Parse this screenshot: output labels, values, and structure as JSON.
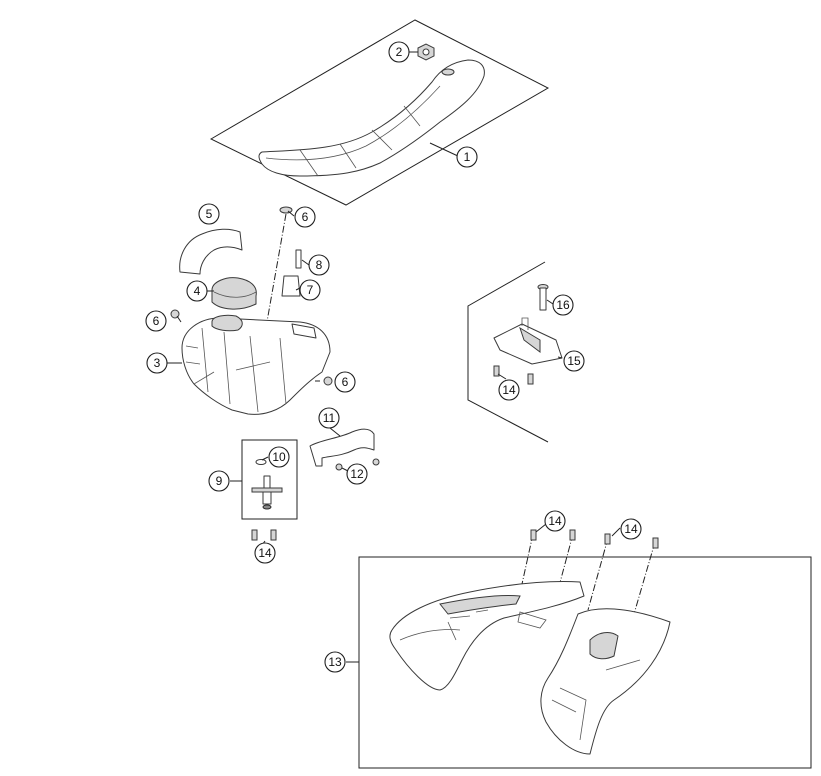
{
  "diagram": {
    "type": "exploded-parts-view",
    "callouts": {
      "seat": "1",
      "seat_nut": "2",
      "fuel_tank": "3",
      "tank_cap": "4",
      "vent_hose": "5",
      "screw_top": "6",
      "screw_left": "6",
      "screw_right": "6",
      "bushing": "7",
      "pin": "8",
      "fuel_tap_assembly": "9",
      "o_ring": "10",
      "fuel_hose": "11",
      "clamp": "12",
      "spoilers": "13",
      "screws_tap": "14",
      "screws_bracket": "14",
      "screws_spoiler_left": "14",
      "screws_spoiler_right": "14",
      "bracket": "15",
      "bolt": "16"
    }
  }
}
